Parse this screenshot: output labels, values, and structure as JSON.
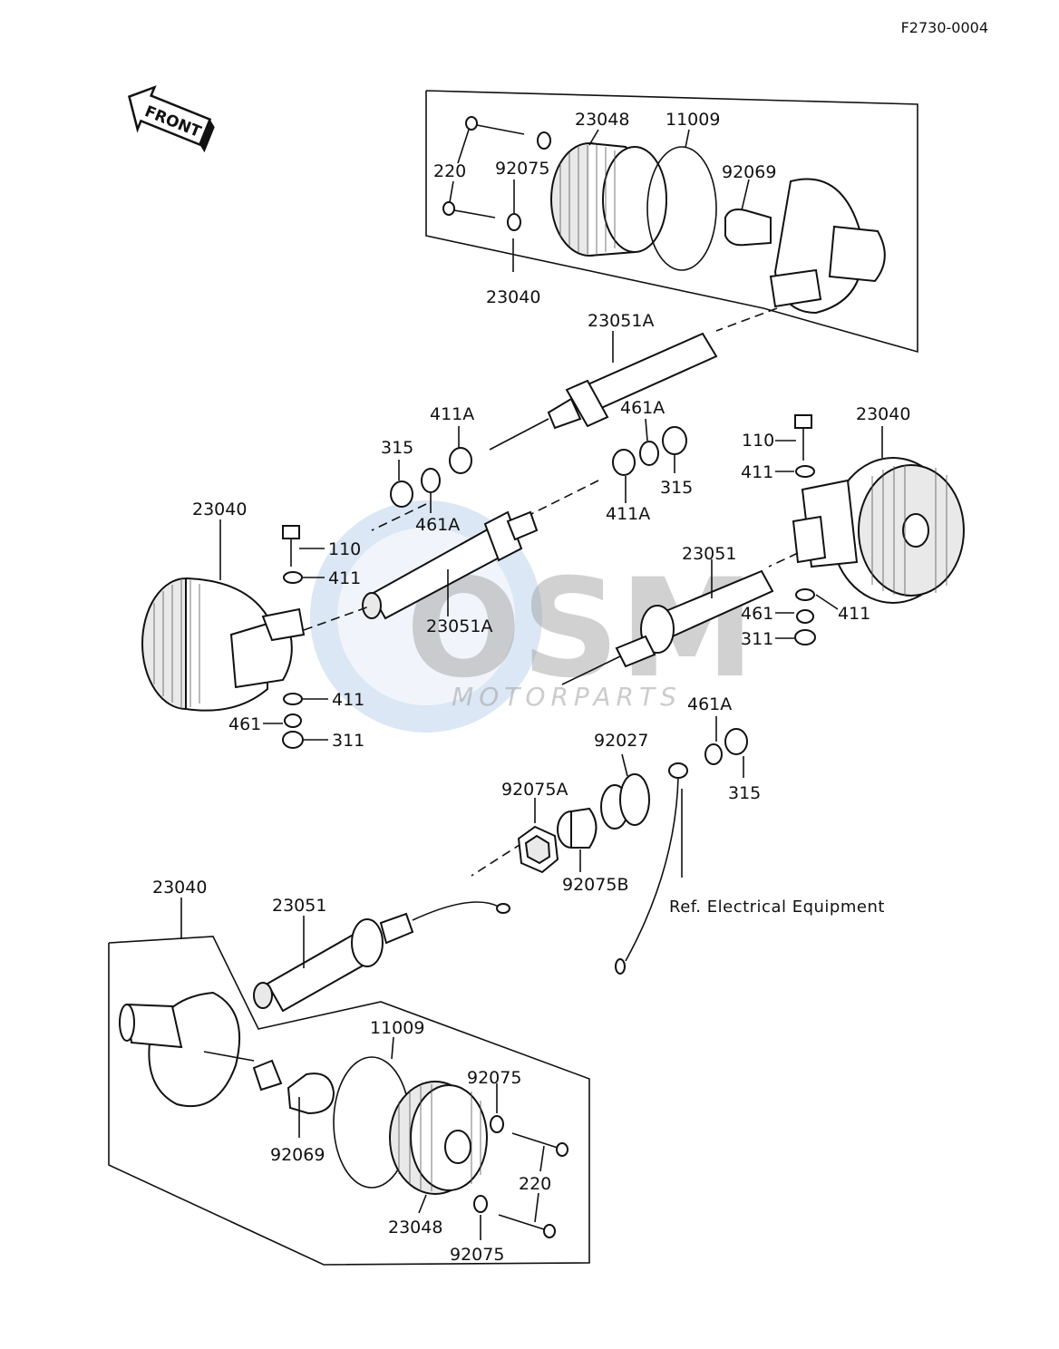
{
  "diagram_code": "F2730-0004",
  "front_label": "FRONT",
  "reference_note": "Ref. Electrical Equipment",
  "watermark": {
    "brand": "OSM",
    "sub": "MOTORPARTS",
    "color": "#3a79c4"
  },
  "labels": {
    "top_220": "220",
    "top_23048": "23048",
    "top_11009": "11009",
    "top_92075": "92075",
    "top_92069": "92069",
    "top_23040": "23040",
    "top_23051A": "23051A",
    "mid_411A_left": "411A",
    "mid_461A_right": "461A",
    "mid_315_left": "315",
    "mid_315_right": "315",
    "mid_461A_left": "461A",
    "mid_411A_right": "411A",
    "right_110": "110",
    "right_23040": "23040",
    "right_411_top": "411",
    "right_23051": "23051",
    "right_461": "461",
    "right_411_bottom": "411",
    "right_311": "311",
    "left_23040": "23040",
    "left_110": "110",
    "left_411_top": "411",
    "mid_23051A": "23051A",
    "left_411_bottom": "411",
    "left_461": "461",
    "left_311": "311",
    "rear_461A": "461A",
    "rear_92027": "92027",
    "rear_92075A": "92075A",
    "rear_315": "315",
    "rear_92075B": "92075B",
    "bot_23040": "23040",
    "bot_23051": "23051",
    "bot_11009": "11009",
    "bot_92075_top": "92075",
    "bot_92069": "92069",
    "bot_220": "220",
    "bot_23048": "23048",
    "bot_92075_bottom": "92075"
  }
}
